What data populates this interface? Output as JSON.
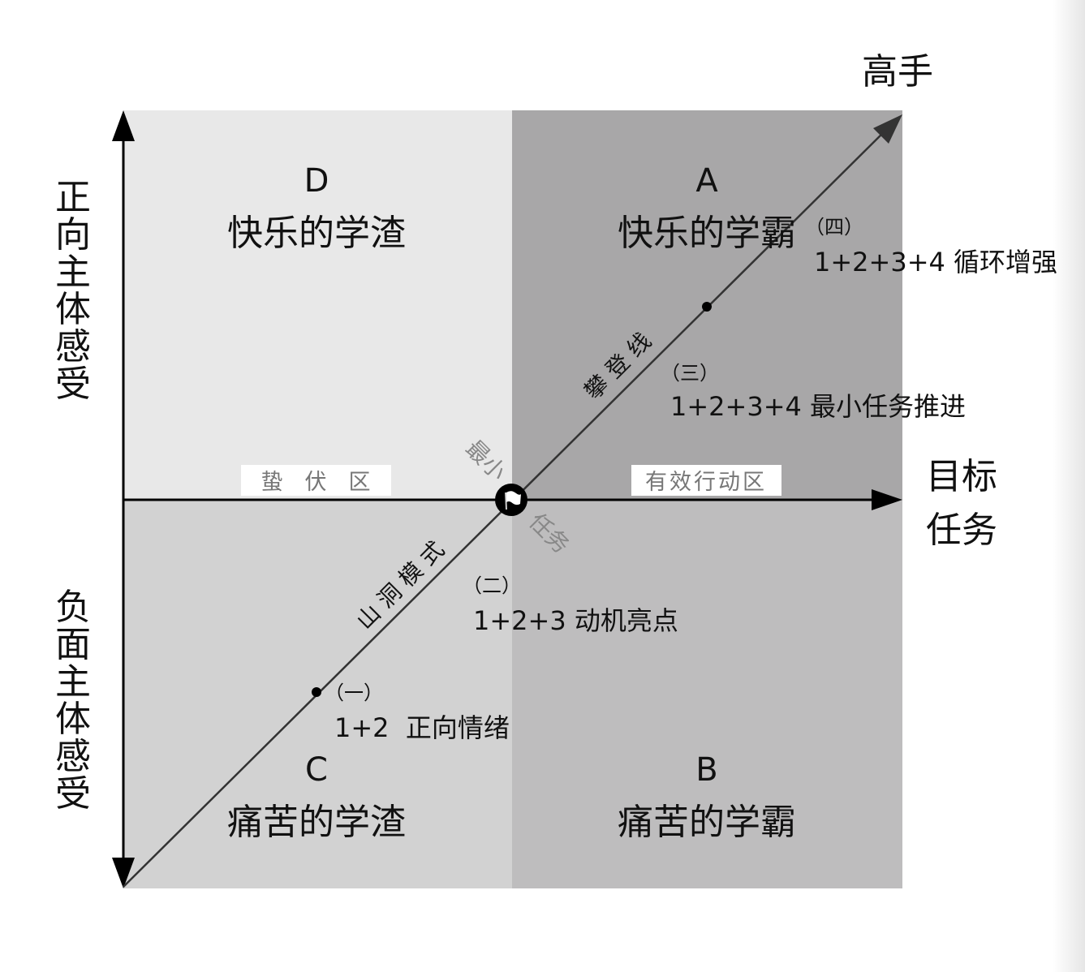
{
  "quadrants": {
    "A": {
      "letter": "A",
      "title": "快乐的学霸",
      "color": "#a8a7a8"
    },
    "B": {
      "letter": "B",
      "title": "痛苦的学霸",
      "color": "#bebdbe"
    },
    "C": {
      "letter": "C",
      "title": "痛苦的学渣",
      "color": "#d2d2d2"
    },
    "D": {
      "letter": "D",
      "title": "快乐的学渣",
      "color": "#e8e8e8"
    }
  },
  "axes": {
    "x_label_1": "目标",
    "x_label_2": "任务",
    "y_top_label": [
      "正",
      "向",
      "主",
      "体",
      "感",
      "受"
    ],
    "y_bottom_label": [
      "负",
      "面",
      "主",
      "体",
      "感",
      "受"
    ],
    "diagonal_end_label": "高手"
  },
  "zones": {
    "left": "蛰　伏　区",
    "right": "有效行动区"
  },
  "diagonal": {
    "upper_label": "攀 登 线",
    "lower_label": "山 洞 模 式",
    "center_label_1": "最小",
    "center_label_2": "任务",
    "center_icon": "flag-icon"
  },
  "stages": [
    {
      "num": "（一）",
      "text": "1+2  正向情绪"
    },
    {
      "num": "（二）",
      "text": "1+2+3 动机亮点"
    },
    {
      "num": "（三）",
      "text": "1+2+3+4 最小任务推进"
    },
    {
      "num": "（四）",
      "text": "1+2+3+4 循环增强"
    }
  ]
}
